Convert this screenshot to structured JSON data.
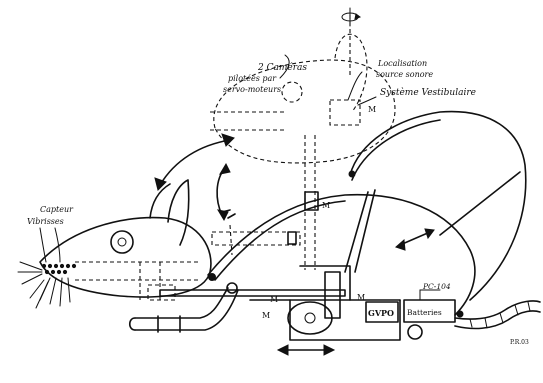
{
  "labels": {
    "cameras_line1": "2 Caméras",
    "cameras_line2": "pilotées par",
    "cameras_line3": "servo-moteurs",
    "localisation_line1": "Localisation",
    "localisation_line2": "source sonore",
    "vestibulaire": "Système Vestibulaire",
    "capteur_line1": "Capteur",
    "capteur_line2": "Vibrisses",
    "gvpo": "GVPO",
    "batteries": "Batteries",
    "pc104": "PC-104",
    "motor_a": "M",
    "motor_b": "M",
    "motor_c": "M",
    "motor_d": "M",
    "motor_e": "M",
    "signature": "P.R.03"
  },
  "icons": [
    "rotation-icon",
    "double-arrow-icon"
  ]
}
